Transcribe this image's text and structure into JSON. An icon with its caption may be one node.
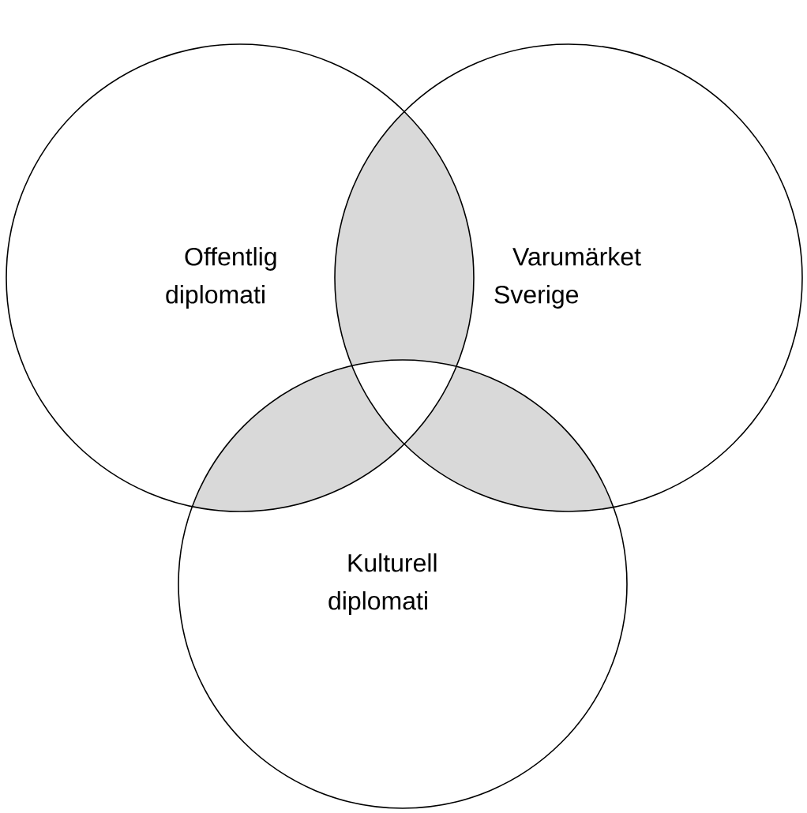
{
  "diagram": {
    "nodes": [
      {
        "text": [
          "Offentlig diplomati"
        ]
      },
      {
        "text": [
          "Varumärket Sverige"
        ]
      },
      {
        "text": [
          "Kulturell diplomati"
        ]
      }
    ]
  }
}
